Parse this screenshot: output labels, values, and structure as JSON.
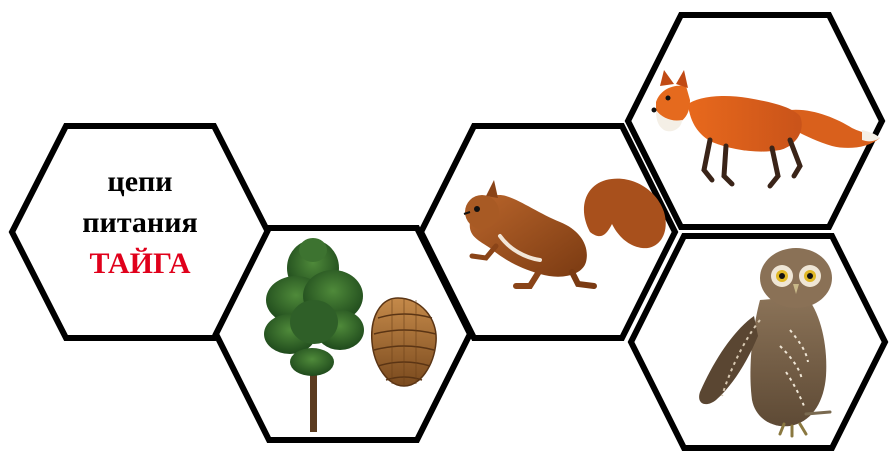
{
  "title": {
    "line1": "цепи",
    "line2": "питания",
    "line3": "ТАЙГА"
  },
  "colors": {
    "title_text": "#000000",
    "accent_text": "#e0001b",
    "hex_border": "#000000",
    "background": "#ffffff"
  },
  "cells": [
    {
      "id": "title",
      "content": "text"
    },
    {
      "id": "pine-and-cone",
      "content": "pine-tree-icon, pine-cone-icon"
    },
    {
      "id": "squirrel",
      "content": "squirrel-icon"
    },
    {
      "id": "fox",
      "content": "fox-icon"
    },
    {
      "id": "owl",
      "content": "owl-icon"
    }
  ]
}
